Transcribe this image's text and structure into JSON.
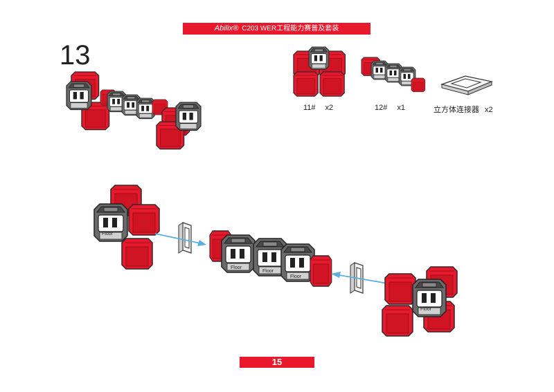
{
  "header": {
    "brand": "Abilix®",
    "title": "C203 WER工程能力赛普及套装"
  },
  "step": {
    "number": "13"
  },
  "parts": [
    {
      "id": "11#",
      "qty": "x2"
    },
    {
      "id": "12#",
      "qty": "x1"
    },
    {
      "id": "立方体连接器",
      "qty": "x2"
    }
  ],
  "labels": {
    "module_text": "Floor"
  },
  "colors": {
    "accent_red": "#e8192c",
    "module_gray": "#5a5a5a",
    "arrow_blue": "#5aaee0"
  },
  "footer": {
    "page_number": "15"
  }
}
